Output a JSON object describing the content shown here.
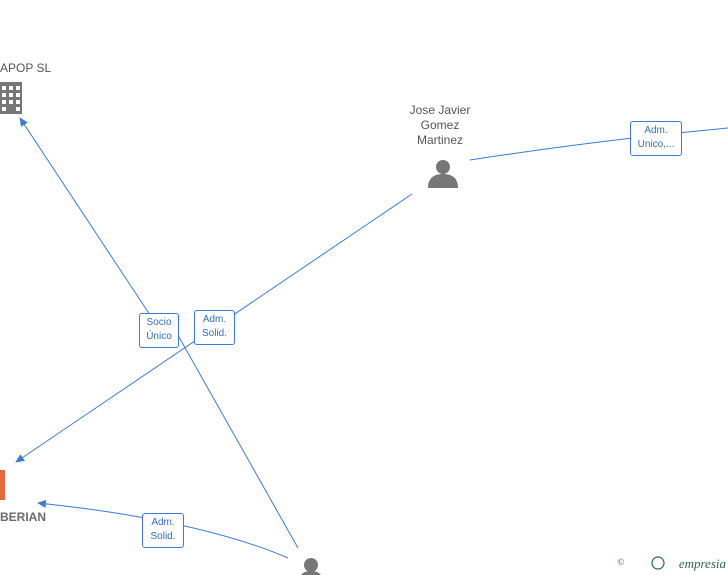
{
  "nodes": {
    "company_top": {
      "label": "APOP SL",
      "icon": "building-icon",
      "color": "#777777"
    },
    "person_center": {
      "label_lines": [
        "Jose Javier",
        "Gomez",
        "Martinez"
      ],
      "icon": "person-icon",
      "color": "#777777"
    },
    "company_bottom": {
      "label": "BERIAN",
      "icon": "building-icon",
      "color": "#e8673c"
    },
    "person_bottom": {
      "icon": "person-icon",
      "color": "#777777"
    }
  },
  "edges": {
    "socio_unico": {
      "lines": [
        "Socio",
        "Único"
      ]
    },
    "adm_solid_1": {
      "lines": [
        "Adm.",
        "Solid."
      ]
    },
    "adm_unico": {
      "lines": [
        "Adm.",
        "Unico,..."
      ]
    },
    "adm_solid_2": {
      "lines": [
        "Adm.",
        "Solid."
      ]
    }
  },
  "colors": {
    "edge": "#3a7bd5",
    "node_icon": "#777777",
    "highlight": "#e8673c"
  },
  "brand": {
    "copyright": "©",
    "name": "empresia"
  }
}
